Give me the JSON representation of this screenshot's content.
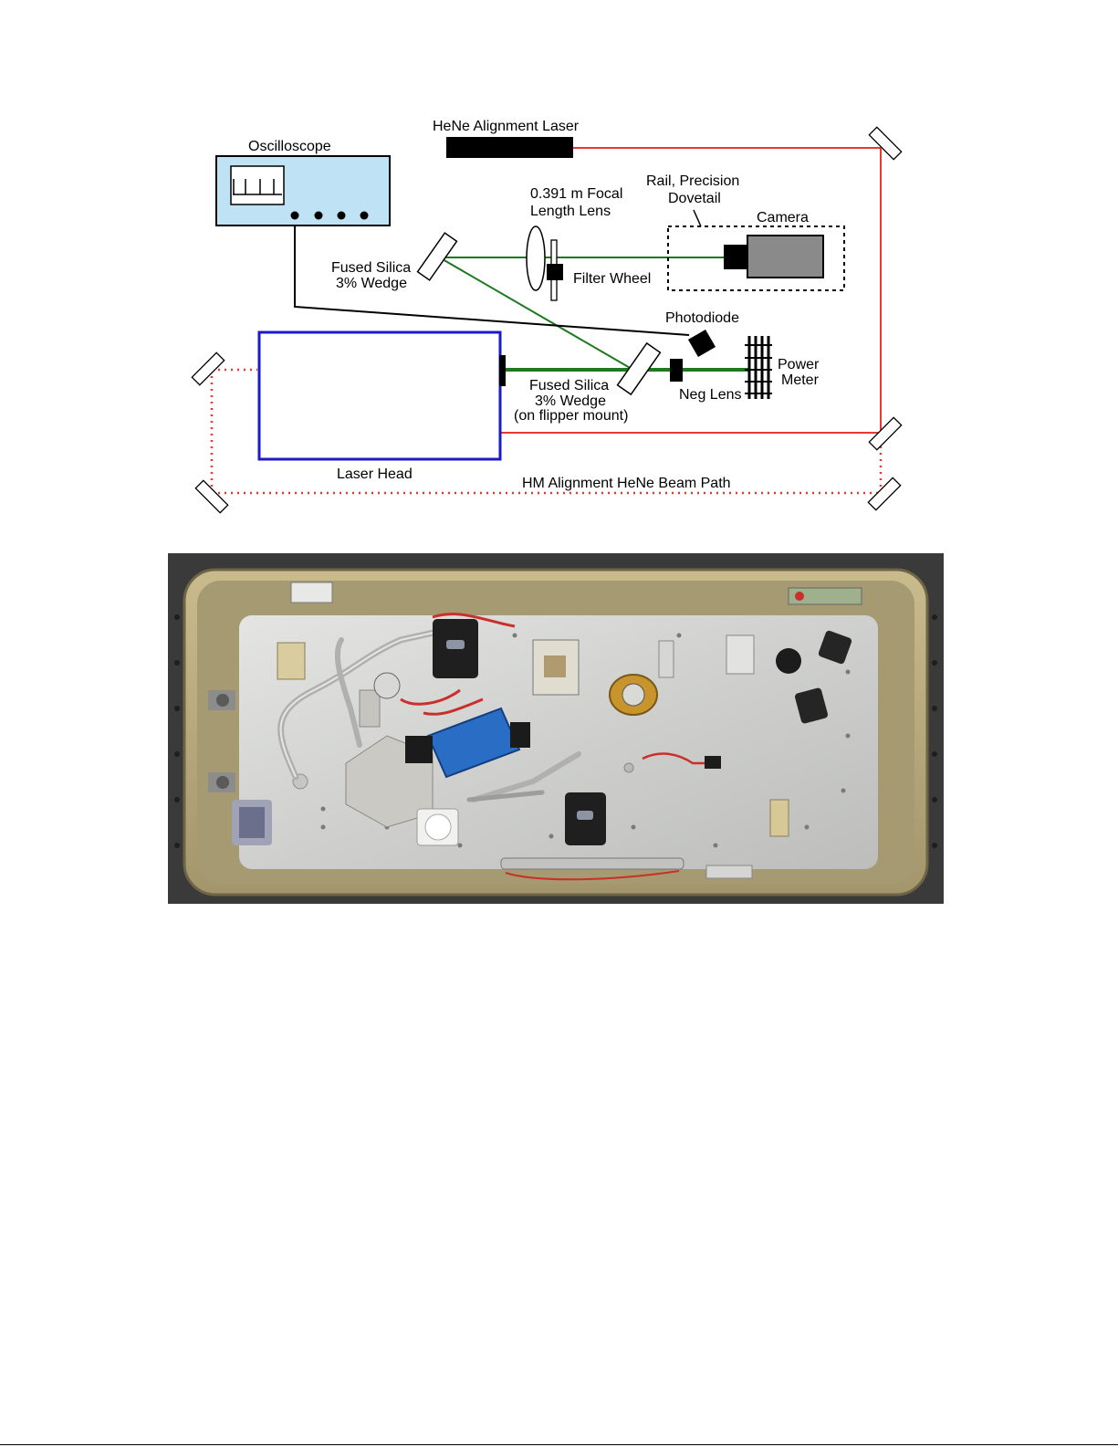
{
  "diagram": {
    "labels": {
      "hene_laser": "HeNe Alignment Laser",
      "oscilloscope": "Oscilloscope",
      "rail_line1": "Rail, Precision",
      "rail_line2": "Dovetail",
      "focal_lens_line1": "0.391 m Focal",
      "focal_lens_line2": "Length Lens",
      "camera": "Camera",
      "wedge_top_line1": "Fused Silica",
      "wedge_top_line2": "3% Wedge",
      "filter_wheel": "Filter Wheel",
      "photodiode": "Photodiode",
      "power_meter_line1": "Power",
      "power_meter_line2": "Meter",
      "wedge_flip_line1": "Fused Silica",
      "wedge_flip_line2": "3% Wedge",
      "wedge_flip_line3": "(on flipper mount)",
      "neg_lens": "Neg Lens",
      "laser_head": "Laser Head",
      "hm_beam_path": "HM Alignment HeNe Beam Path"
    },
    "colors": {
      "hene_beam": "#e53935",
      "laser_beam": "#1e7a1e",
      "laser_head_border": "#1a1ac8",
      "oscilloscope_fill": "#bfe3f5",
      "camera_fill": "#8a8a8a",
      "cable": "#000000"
    }
  },
  "photo": {
    "subject": "optical-assembly-enclosure",
    "colors": {
      "frame": "#b5a77c",
      "plate": "#d3d4d2",
      "blue_module": "#2a6dc4",
      "bench": "#3a3a3a"
    }
  }
}
